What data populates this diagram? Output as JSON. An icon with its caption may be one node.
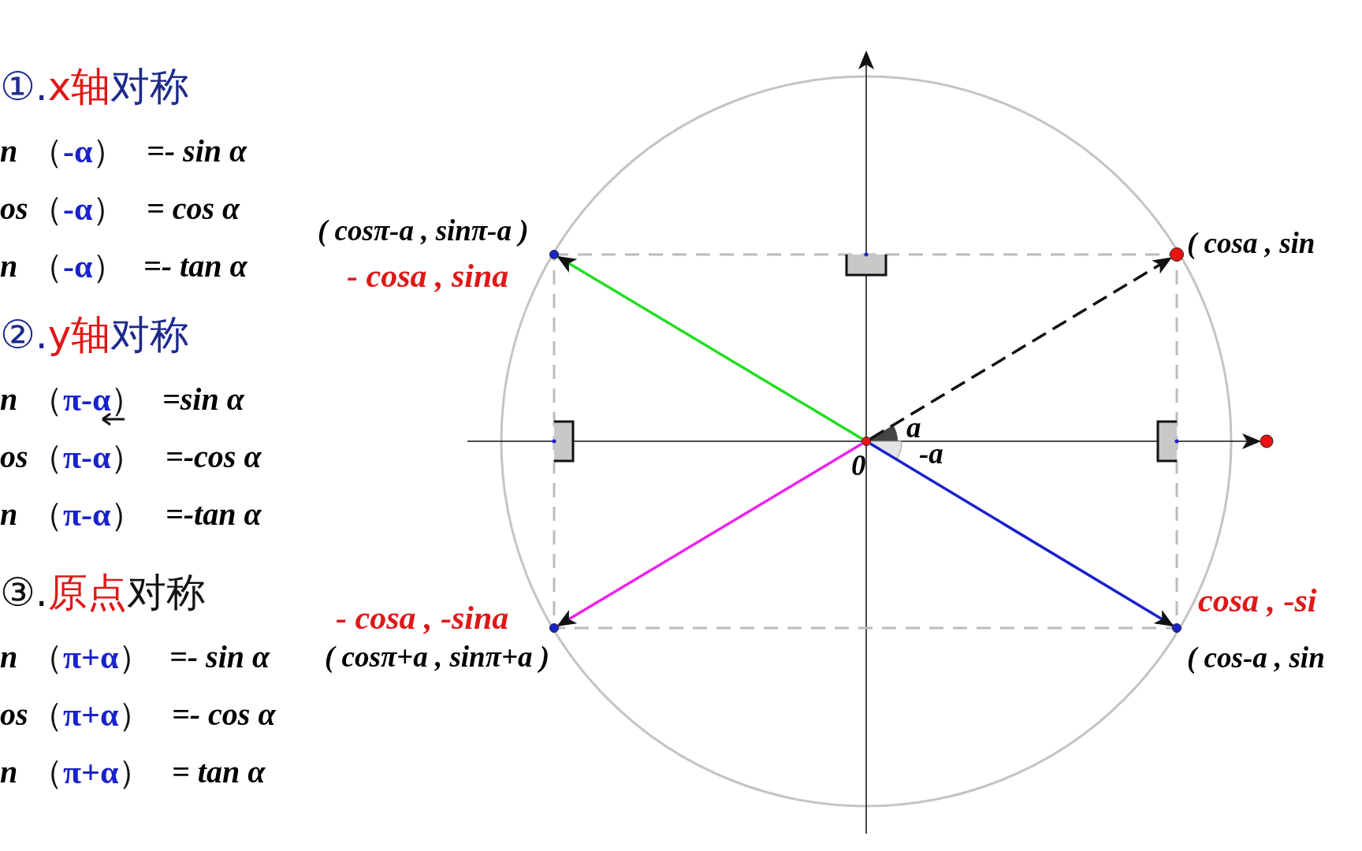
{
  "diagram": {
    "nodes": [
      {
        "text": [],
        "shape": "circle",
        "beside": [
          "0"
        ]
      },
      {
        "text": [],
        "shape": "circle",
        "beside": [
          "( cosa  , sin"
        ]
      },
      {
        "text": [],
        "shape": "circle",
        "beside": [
          "( cosπ-a  , sinπ-a )",
          "- cosa  , sina"
        ]
      },
      {
        "text": [],
        "shape": "circle",
        "beside": [
          "- cosa  , -sina",
          "( cosπ+a  , sinπ+a )"
        ]
      },
      {
        "text": [],
        "shape": "circle",
        "beside": [
          "cosa  , -si",
          "( cos-a  , sin"
        ]
      }
    ],
    "edges": [
      {
        "from": 0,
        "to": 1,
        "arrow": "to",
        "style": "dashed"
      },
      {
        "from": 0,
        "to": 2,
        "arrow": "to",
        "color": "#22dd22"
      },
      {
        "from": 0,
        "to": 3,
        "arrow": "to",
        "color": "#ee22ee"
      },
      {
        "from": 0,
        "to": 4,
        "arrow": "to",
        "color": "#1a22cc"
      }
    ],
    "labels": [
      "①.",
      "x轴",
      "对称",
      "n",
      "（-α）",
      "=- sin α",
      "os",
      "（-α）",
      "=   cos α",
      "n",
      "（-α）",
      "=- tan α",
      "②.",
      "y轴",
      "对称",
      "n",
      "（π-α）",
      "=sin α",
      "os",
      "（π-α）",
      "=-cos α",
      "n",
      "（π-α）",
      "=-tan α",
      "③.",
      "原点",
      "对称",
      "n",
      "（π+α）",
      "=- sin α",
      "os",
      "（π+α）",
      "=- cos α",
      "n",
      "（π+α）",
      "=   tan α",
      "a",
      "-a"
    ]
  }
}
